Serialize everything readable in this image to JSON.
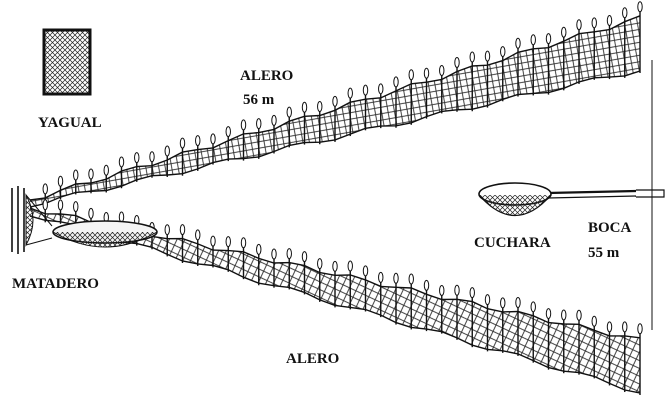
{
  "labels": {
    "yagual": "YAGUAL",
    "alero_top": "ALERO",
    "alero_top_length": "56 m",
    "alero_bottom": "ALERO",
    "matadero": "MATADERO",
    "cuchara": "CUCHARA",
    "boca": "BOCA",
    "boca_length": "55 m"
  },
  "colors": {
    "ink": "#111111",
    "net": "#2a2a2a",
    "background": "#ffffff"
  },
  "icons": {
    "yagual": "net-frame-icon",
    "cuchara": "dip-net-icon"
  }
}
